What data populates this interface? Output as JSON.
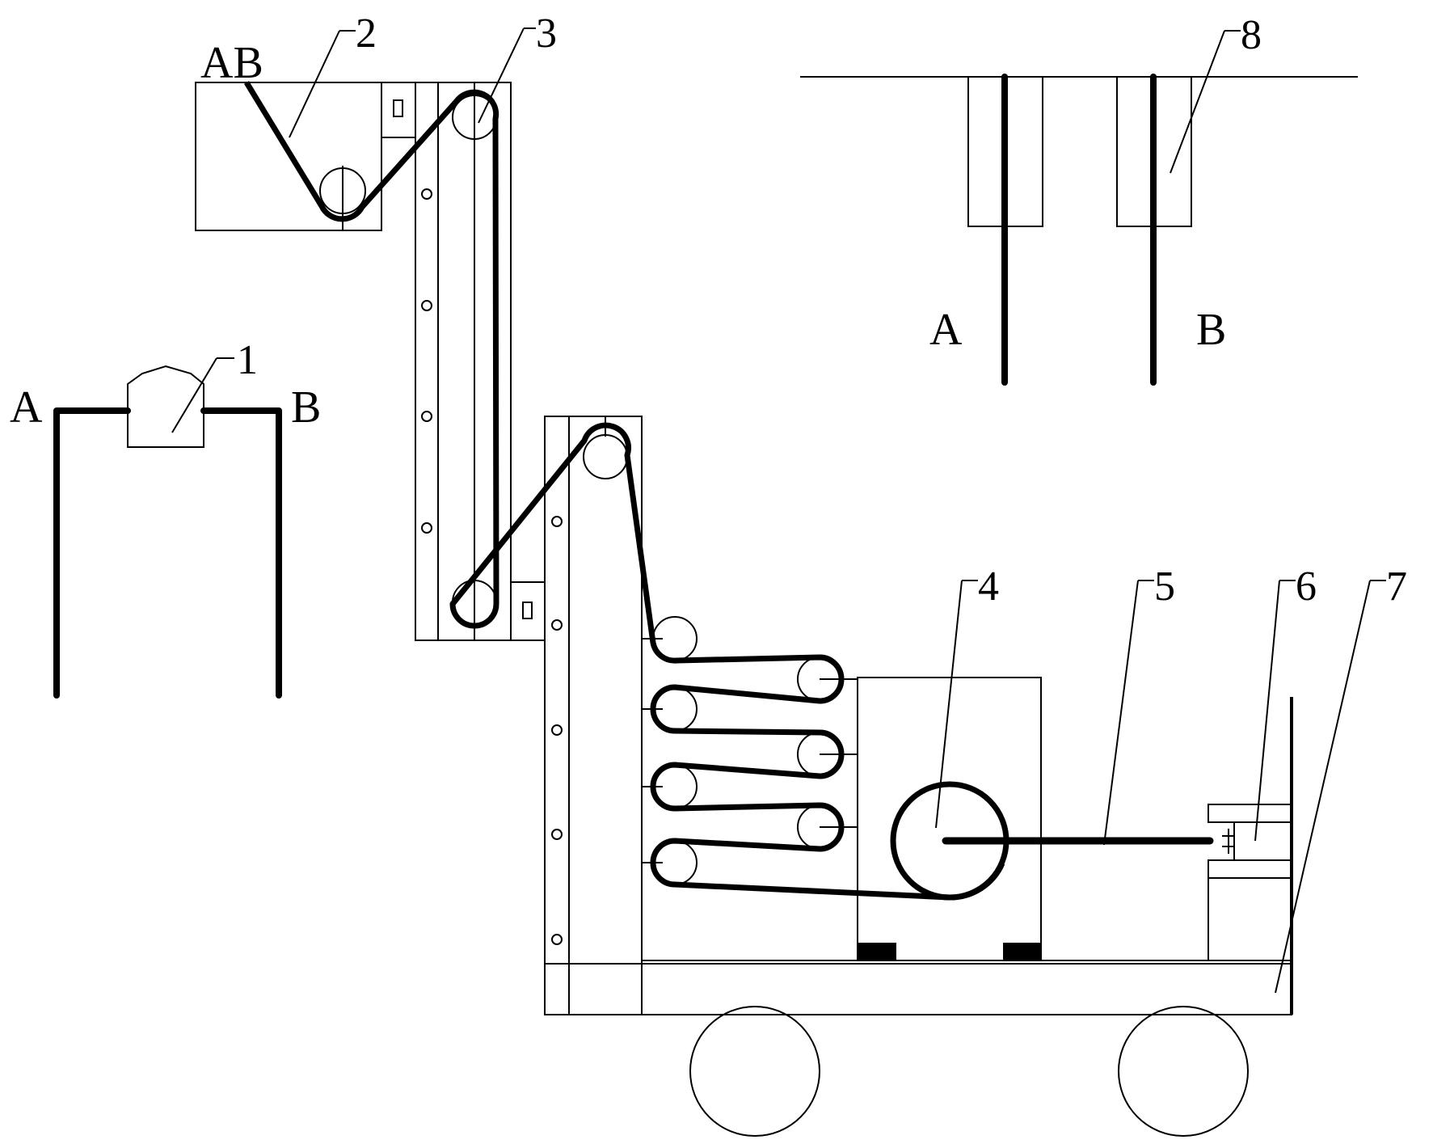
{
  "labels": {
    "letters": {
      "top_left_ab": "AB",
      "left_a": "A",
      "left_b": "B",
      "right_a": "A",
      "right_b": "B"
    },
    "callouts": {
      "n1": "1",
      "n2": "2",
      "n3": "3",
      "n4": "4",
      "n5": "5",
      "n6": "6",
      "n7": "7",
      "n8": "8"
    }
  }
}
